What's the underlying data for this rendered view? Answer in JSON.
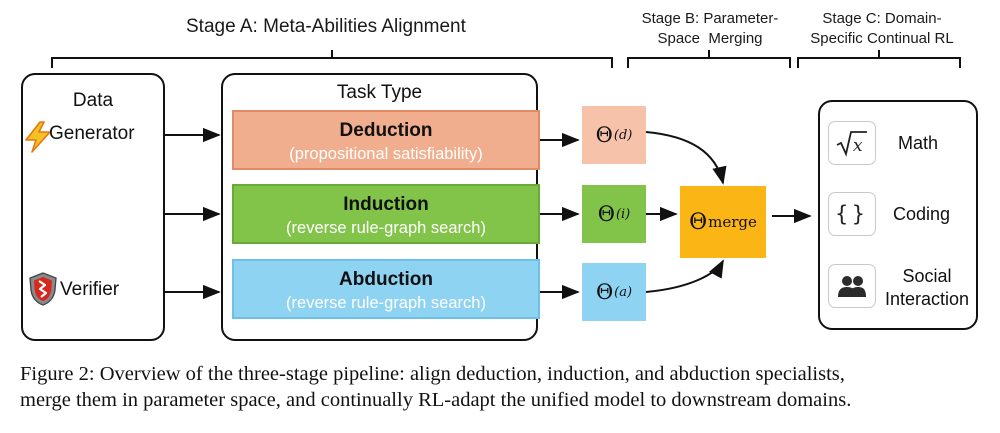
{
  "stages": {
    "a": "Stage A: Meta-Abilities Alignment",
    "b_line1": "Stage B: Parameter-",
    "b_line2": "Space  Merging",
    "c_line1": "Stage C: Domain-",
    "c_line2": "Specific Continual RL"
  },
  "data_panel": {
    "title": "Data",
    "generator": "Generator",
    "verifier": "Verifier",
    "generator_icon": "lightning-icon",
    "verifier_icon": "shield-icon"
  },
  "task_panel": {
    "title": "Task Type",
    "tasks": [
      {
        "name": "Deduction",
        "desc": "(propositional satisfiability)",
        "color": "#f0ae8e"
      },
      {
        "name": "Induction",
        "desc": "(reverse rule-graph search)",
        "color": "#82c44a"
      },
      {
        "name": "Abduction",
        "desc": "(reverse rule-graph search)",
        "color": "#8fd3f3"
      }
    ]
  },
  "thetas": [
    {
      "base": "Θ",
      "sup": "(d)",
      "color": "#f6c3aa"
    },
    {
      "base": "Θ",
      "sup": "(i)",
      "color": "#82c44a"
    },
    {
      "base": "Θ",
      "sup": "(a)",
      "color": "#8fd3f3"
    }
  ],
  "merge": {
    "base": "Θ",
    "sub": "merge",
    "color": "#fbb514"
  },
  "domains": [
    {
      "label": "Math",
      "icon": "sqrt-x-icon"
    },
    {
      "label": "Coding",
      "icon": "braces-icon"
    },
    {
      "label_line1": "Social",
      "label_line2": "Interaction",
      "icon": "people-icon"
    }
  ],
  "caption": {
    "line1": "Figure 2: Overview of the three-stage pipeline: align deduction, induction, and abduction specialists,",
    "line2": "merge them in parameter space, and continually RL-adapt the unified model to downstream domains."
  }
}
